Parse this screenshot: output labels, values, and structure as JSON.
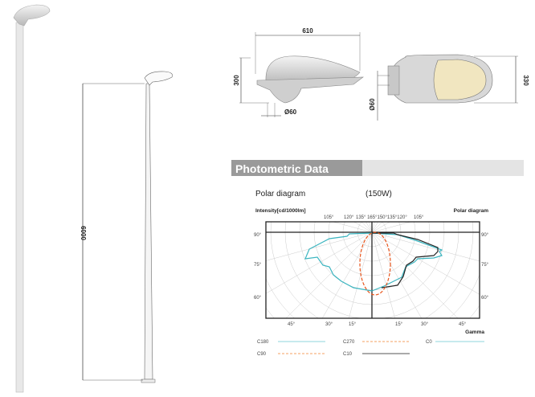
{
  "dimensions": {
    "pole_height": "6000",
    "width": "610",
    "height": "300",
    "diameter": "Ø60",
    "diameter_top": "Ø60",
    "depth": "330"
  },
  "section": {
    "title": "Photometric Data"
  },
  "polar": {
    "title": "Polar diagram",
    "wattage": "(150W)",
    "ylabel": "Intensity[cd/1000lm]",
    "right_label": "Polar diagram",
    "top_angles": [
      "105°",
      "120°",
      "135° 165°150°135°120°",
      "105°"
    ],
    "side_angles": [
      "90°",
      "75°",
      "60°"
    ],
    "bottom_angles": [
      "45°",
      "30°",
      "15°",
      "15°",
      "30°",
      "45°"
    ],
    "xlabel": "Gamma",
    "legend": [
      {
        "label": "C180",
        "color": "#3bb5c0",
        "style": "solid"
      },
      {
        "label": "C270",
        "color": "#f08a3c",
        "style": "dashed"
      },
      {
        "label": "C0",
        "color": "#3bb5c0",
        "style": "solid"
      },
      {
        "label": "C90",
        "color": "#f08a3c",
        "style": "dashed"
      },
      {
        "label": "C10",
        "color": "#222222",
        "style": "solid"
      }
    ]
  }
}
